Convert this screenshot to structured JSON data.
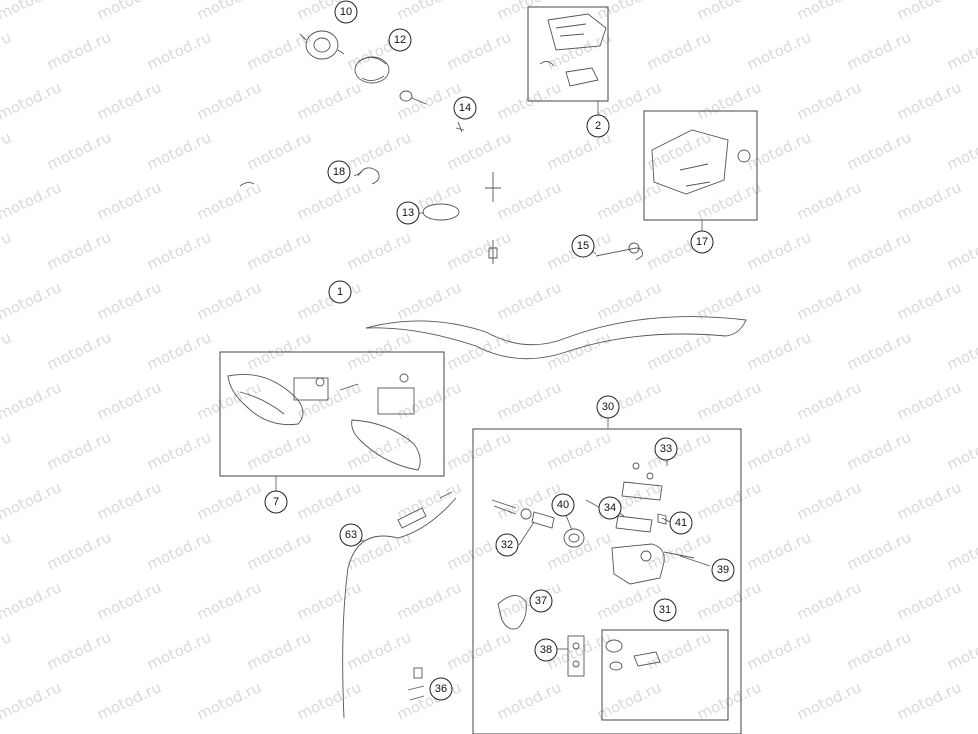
{
  "watermark": {
    "text": "motod.ru"
  },
  "callouts": {
    "c1": "1",
    "c2": "2",
    "c7": "7",
    "c10": "10",
    "c12": "12",
    "c13": "13",
    "c14": "14",
    "c15": "15",
    "c17": "17",
    "c18": "18",
    "c30": "30",
    "c31": "31",
    "c32": "32",
    "c33": "33",
    "c34": "34",
    "c36": "36",
    "c37": "37",
    "c38": "38",
    "c39": "39",
    "c40": "40",
    "c41": "41",
    "c63": "63"
  },
  "colors": {
    "line": "#555555",
    "frame": "#444444",
    "watermark": "#d9d9d9"
  }
}
